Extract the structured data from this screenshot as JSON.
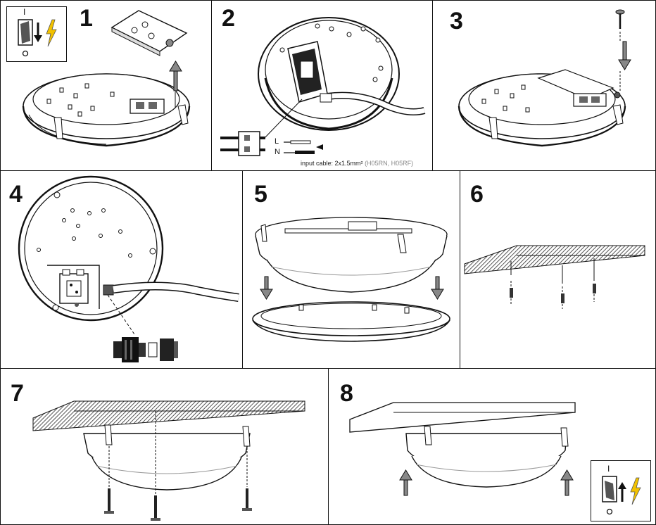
{
  "steps": [
    "1",
    "2",
    "3",
    "4",
    "5",
    "6",
    "7",
    "8"
  ],
  "step2": {
    "label_L": "L",
    "label_N": "N",
    "cable_prefix": "input cable: 2x1.5mm²",
    "cable_types": "(H05RN, H05RF)"
  },
  "switch_inset": {
    "on_mark": "I",
    "off_mark": "O"
  },
  "colors": {
    "line": "#111111",
    "fill": "#ffffff",
    "shade": "#555555",
    "accent": "#f2c200"
  }
}
